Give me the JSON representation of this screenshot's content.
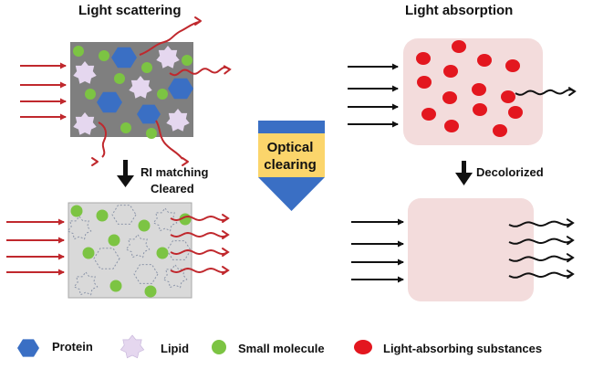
{
  "titles": {
    "left": "Light scattering",
    "right": "Light absorption"
  },
  "labels": {
    "ri_matching": "RI matching",
    "cleared": "Cleared",
    "decolorized": "Decolorized",
    "optical_line1": "Optical",
    "optical_line2": "clearing"
  },
  "legend": [
    {
      "icon": "hexagon",
      "label": "Protein",
      "color": "#3a6fc4"
    },
    {
      "icon": "star",
      "label": "Lipid",
      "color": "#e5d7ef"
    },
    {
      "icon": "circle",
      "label": "Small molecule",
      "color": "#7cc443"
    },
    {
      "icon": "ellipse",
      "label": "Light-absorbing substances",
      "color": "#e3171f"
    }
  ],
  "colors": {
    "protein": "#3a6fc4",
    "lipid": "#e5d7ef",
    "small_molecule": "#7cc443",
    "absorber": "#e3171f",
    "scatter_box": "#7f7f7f",
    "cleared_box": "#d9d9d9",
    "absorb_box": "#f3dcdc",
    "light_red": "#c0282d",
    "light_black": "#111111",
    "banner_blue": "#3a6fc4",
    "banner_yellow": "#fbd56b"
  }
}
